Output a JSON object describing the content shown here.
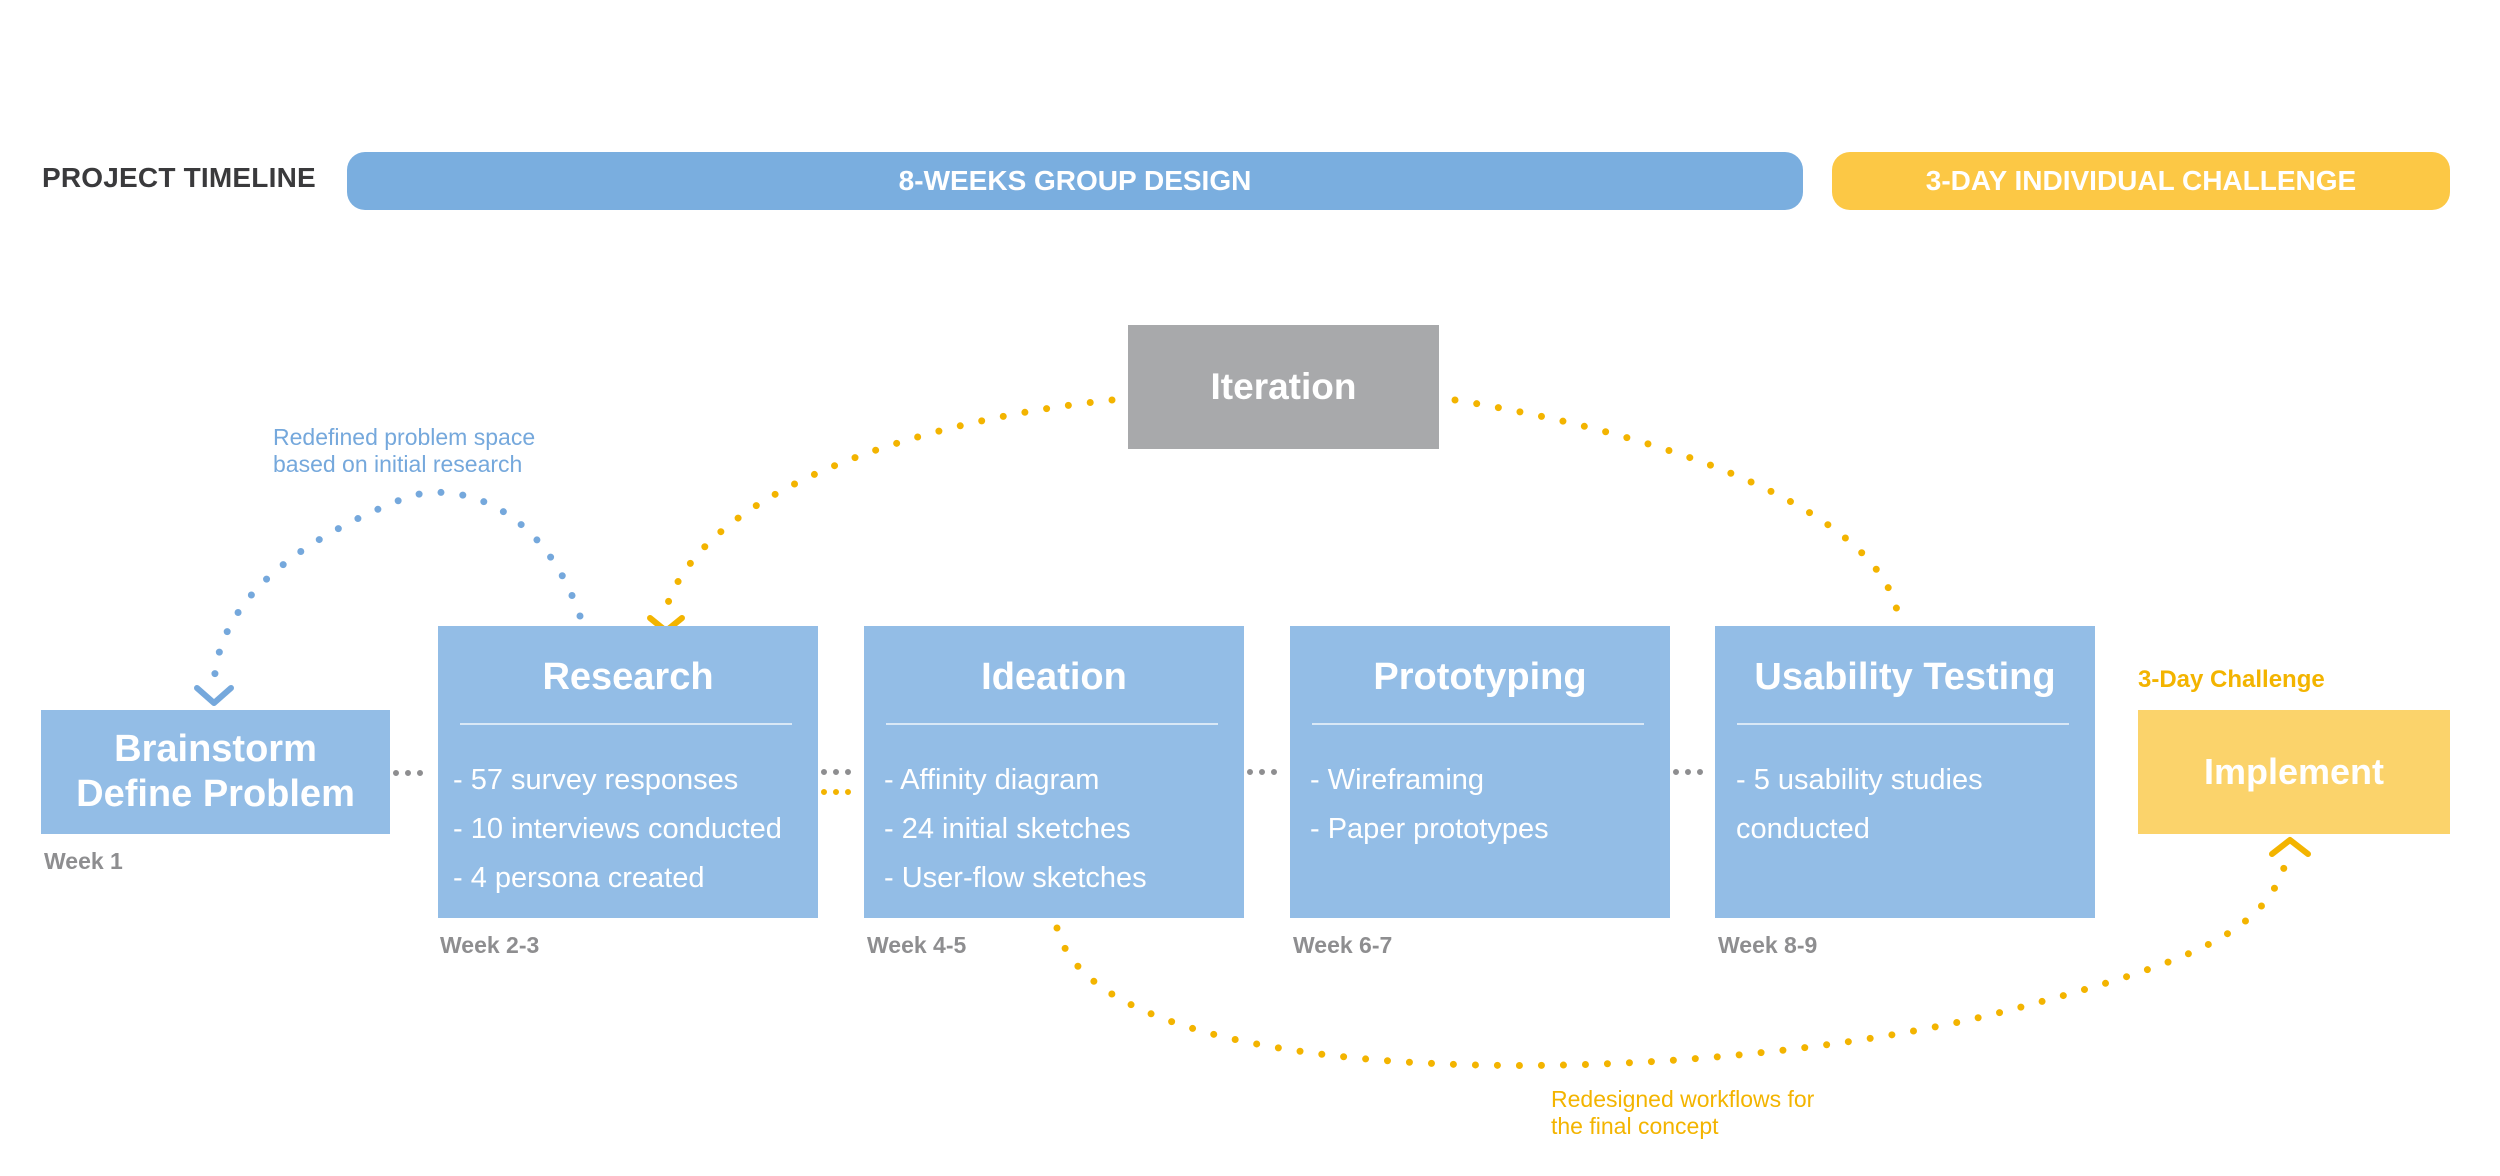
{
  "header": {
    "title": "PROJECT TIMELINE",
    "group_phase": "8-WEEKS GROUP DESIGN",
    "individual_phase": "3-DAY INDIVIDUAL CHALLENGE"
  },
  "brainstorm": {
    "line1": "Brainstorm",
    "line2": "Define Problem",
    "week": "Week 1"
  },
  "stages": [
    {
      "title": "Research",
      "items": [
        "- 57 survey responses",
        "- 10 interviews conducted",
        "- 4 persona created"
      ],
      "week": "Week 2-3"
    },
    {
      "title": "Ideation",
      "items": [
        "- Affinity diagram",
        "- 24 initial sketches",
        "- User-flow sketches"
      ],
      "week": "Week 4-5"
    },
    {
      "title": "Prototyping",
      "items": [
        "- Wireframing",
        "- Paper prototypes"
      ],
      "week": "Week 6-7"
    },
    {
      "title": "Usability Testing",
      "items": [
        "- 5 usability studies",
        "conducted"
      ],
      "week": "Week 8-9"
    }
  ],
  "iteration": {
    "label": "Iteration"
  },
  "implement": {
    "header": "3-Day Challenge",
    "label": "Implement"
  },
  "annotations": {
    "redefined_line1": "Redefined problem space",
    "redefined_line2": "based on initial research",
    "redesigned_line1": "Redesigned workflows for",
    "redesigned_line2": "the final concept"
  },
  "colors": {
    "blue_pill": "#7aaedf",
    "stage_blue": "#93bde6",
    "yellow": "#fcc845",
    "implement_yellow": "#fbd36b",
    "iteration_gray": "#a8a9ab",
    "note_yellow": "#f3b400",
    "note_blue": "#75a8dc"
  }
}
